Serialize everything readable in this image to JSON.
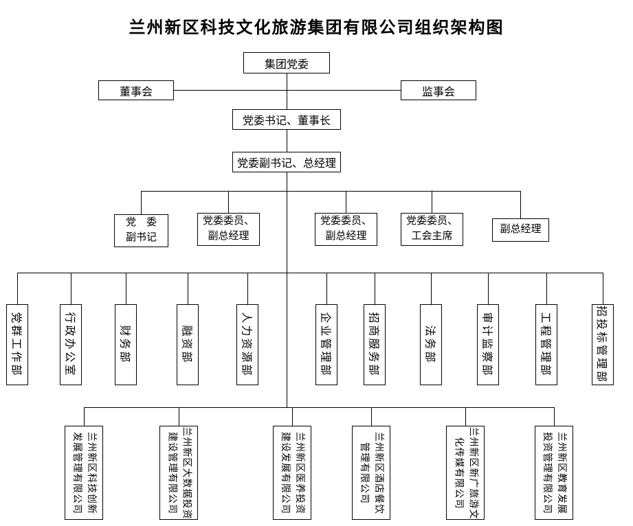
{
  "title": "兰州新区科技文化旅游集团有限公司组织架构图",
  "top": {
    "party_committee": "集团党委",
    "board_of_directors": "董事会",
    "supervisory_board": "监事会",
    "secretary_chairman": "党委书记、董事长",
    "deputy_secretary_general_manager": "党委副书记、总经理"
  },
  "leadership": [
    {
      "line1": "党　委",
      "line2": "副书记"
    },
    {
      "line1": "党委委员、",
      "line2": "副总经理"
    },
    {
      "line1": "党委委员、",
      "line2": "副总经理"
    },
    {
      "line1": "党委委员、",
      "line2": "工会主席"
    },
    {
      "line1": "副总经理"
    }
  ],
  "departments": [
    "党群工作部",
    "行政办公室",
    "财务部",
    "融资部",
    "人力资源部",
    "企业管理部",
    "招商服务部",
    "法务部",
    "审计监察部",
    "工程管理部",
    "招投标管理部"
  ],
  "companies": [
    {
      "line1": "兰州新区科技创新",
      "line2": "发展管理有限公司",
      "full_name": "兰州新区科技创新发展管理有限公司"
    },
    {
      "line1": "兰州新区大数据投资",
      "line2": "建设管理有限公司",
      "full_name": "兰州新区大数据投资建设管理有限公司"
    },
    {
      "line1": "兰州新区医养投资",
      "line2": "建设发展有限公司",
      "full_name": "兰州新区医养投资建设发展有限公司"
    },
    {
      "line1": "兰州新区酒店餐饮",
      "line2": "管理有限公司",
      "full_name": "兰州新区酒店餐饮管理有限公司"
    },
    {
      "line1": "兰州新区新广旅游文",
      "line2": "化传媒有限公司",
      "full_name": "兰州新区新广旅游文化传媒有限公司"
    },
    {
      "line1": "兰州新区教育发展",
      "line2": "投资管理有限公司",
      "full_name": "兰州新区教育发展投资管理有限公司"
    }
  ],
  "colors": {
    "background": "#ffffff",
    "border": "#000000",
    "line": "#000000",
    "text": "#000000"
  }
}
